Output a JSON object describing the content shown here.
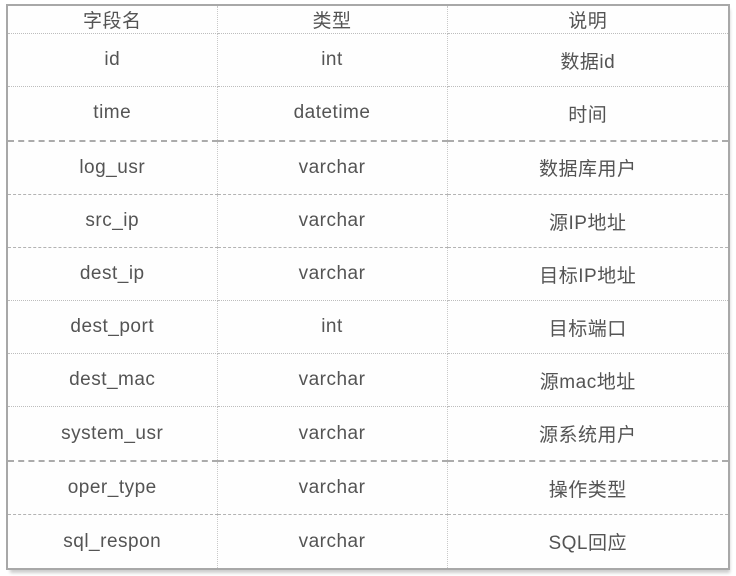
{
  "table": {
    "columns": [
      "字段名",
      "类型",
      "说明"
    ],
    "rows": [
      {
        "field": "id",
        "type": "int",
        "desc": "数据id"
      },
      {
        "field": "time",
        "type": "datetime",
        "desc": "时间"
      },
      {
        "field": "log_usr",
        "type": "varchar",
        "desc": "数据库用户"
      },
      {
        "field": "src_ip",
        "type": "varchar",
        "desc": "源IP地址"
      },
      {
        "field": "dest_ip",
        "type": "varchar",
        "desc": "目标IP地址"
      },
      {
        "field": "dest_port",
        "type": "int",
        "desc": "目标端口"
      },
      {
        "field": "dest_mac",
        "type": "varchar",
        "desc": "源mac地址"
      },
      {
        "field": "system_usr",
        "type": "varchar",
        "desc": "源系统用户"
      },
      {
        "field": "oper_type",
        "type": "varchar",
        "desc": "操作类型"
      },
      {
        "field": "sql_respon",
        "type": "varchar",
        "desc": "SQL回应"
      }
    ],
    "colors": {
      "text": "#545454",
      "outer_border": "#a8a8a8",
      "dashed_line": "#b3b3b3",
      "dotted_line": "#bdbdbd",
      "vertical_line": "#c9c9c9",
      "background": "#ffffff"
    }
  }
}
